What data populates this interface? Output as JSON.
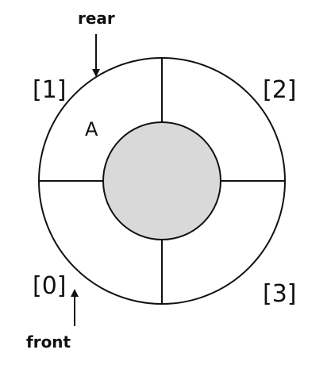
{
  "queue": {
    "slots": [
      "[0]",
      "[1]",
      "[2]",
      "[3]"
    ],
    "values": {
      "slot_1": "A"
    },
    "pointers": {
      "rear": "rear",
      "front": "front"
    }
  },
  "colors": {
    "ring_fill": "#ffffff",
    "ring_stroke": "#111111",
    "hub_fill": "#d9d9d9",
    "text": "#111111"
  },
  "icons": {
    "rear_arrow": "arrow-down-icon",
    "front_arrow": "arrow-up-icon"
  }
}
